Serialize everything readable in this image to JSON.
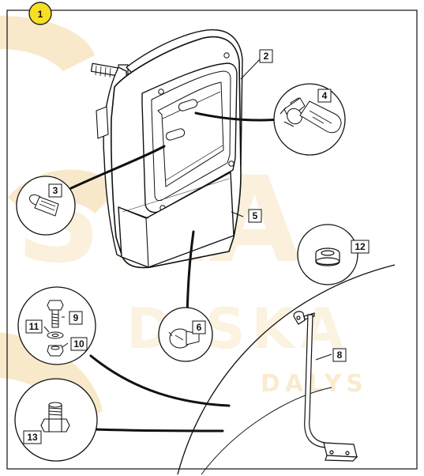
{
  "figure": {
    "badge": "1",
    "callouts": {
      "c2": "2",
      "c3": "3",
      "c4": "4",
      "c5": "5",
      "c6": "6",
      "c8": "8",
      "c9": "9",
      "c10": "10",
      "c11": "11",
      "c12": "12",
      "c13": "13"
    },
    "watermark": {
      "big": "SKA",
      "mid": "DISKA",
      "small": "DALYS"
    },
    "colors": {
      "badge_fill": "#f6e020",
      "watermark": "#f3d7a0",
      "ink": "#111111"
    }
  }
}
